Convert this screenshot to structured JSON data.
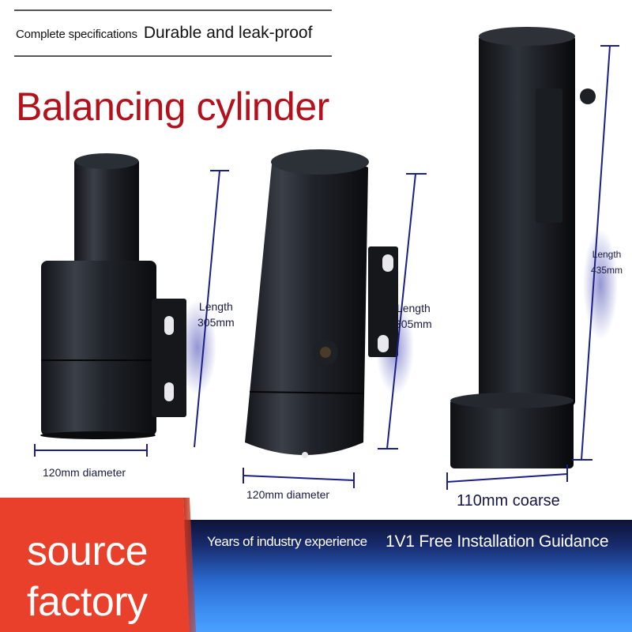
{
  "header": {
    "spec_small": "Complete specifications",
    "spec_big": "Durable and leak-proof",
    "title": "Balancing cylinder"
  },
  "products": [
    {
      "length_label": "Length",
      "length_value": "305mm",
      "width_label": "120mm diameter"
    },
    {
      "length_label": "Length",
      "length_value": "305mm",
      "width_label": "120mm diameter"
    },
    {
      "length_label": "Length",
      "length_value": "435mm",
      "width_label": "110mm coarse"
    }
  ],
  "banner": {
    "source_factory": "source factory",
    "source_line1": "source",
    "source_line2": "factory",
    "experience": "Years of industry experience",
    "guidance": "1V1 Free Installation Guidance"
  },
  "colors": {
    "title_red": "#b3111b",
    "banner_orange": "#e8402a",
    "banner_blue": "#2a6ad0",
    "dimension_line": "#1c1f8a"
  }
}
